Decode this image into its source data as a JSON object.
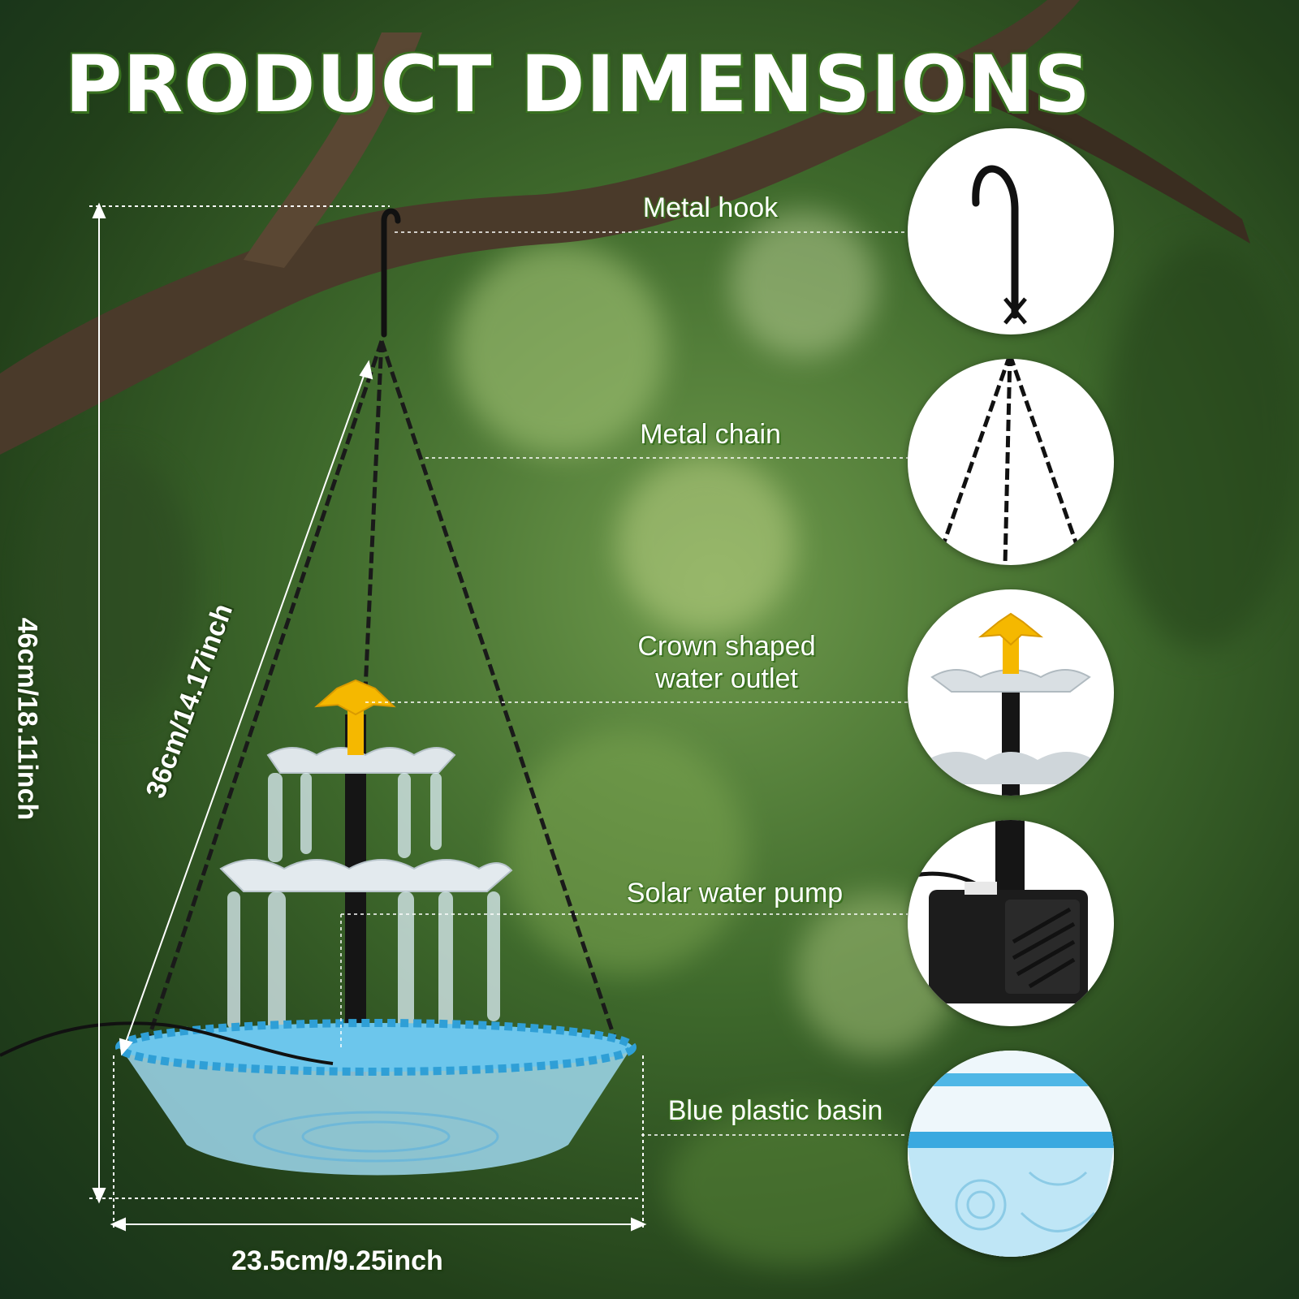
{
  "title": "PRODUCT DIMENSIONS",
  "callouts": [
    {
      "label": "Metal hook",
      "icon": "metal-hook-icon"
    },
    {
      "label": "Metal chain",
      "icon": "metal-chain-icon"
    },
    {
      "label": "Crown shaped\nwater outlet",
      "icon": "crown-outlet-icon"
    },
    {
      "label": "Solar water pump",
      "icon": "solar-pump-icon"
    },
    {
      "label": "Blue plastic basin",
      "icon": "blue-basin-icon"
    }
  ],
  "dimensions": {
    "height": "46cm/18.11inch",
    "chain_length": "36cm/14.17inch",
    "width": "23.5cm/9.25inch"
  },
  "colors": {
    "label_outline": "#3a7020",
    "outlet_yellow": "#f5b800",
    "basin_blue": "#4fb7e6",
    "chain_black": "#1a1a1a"
  }
}
